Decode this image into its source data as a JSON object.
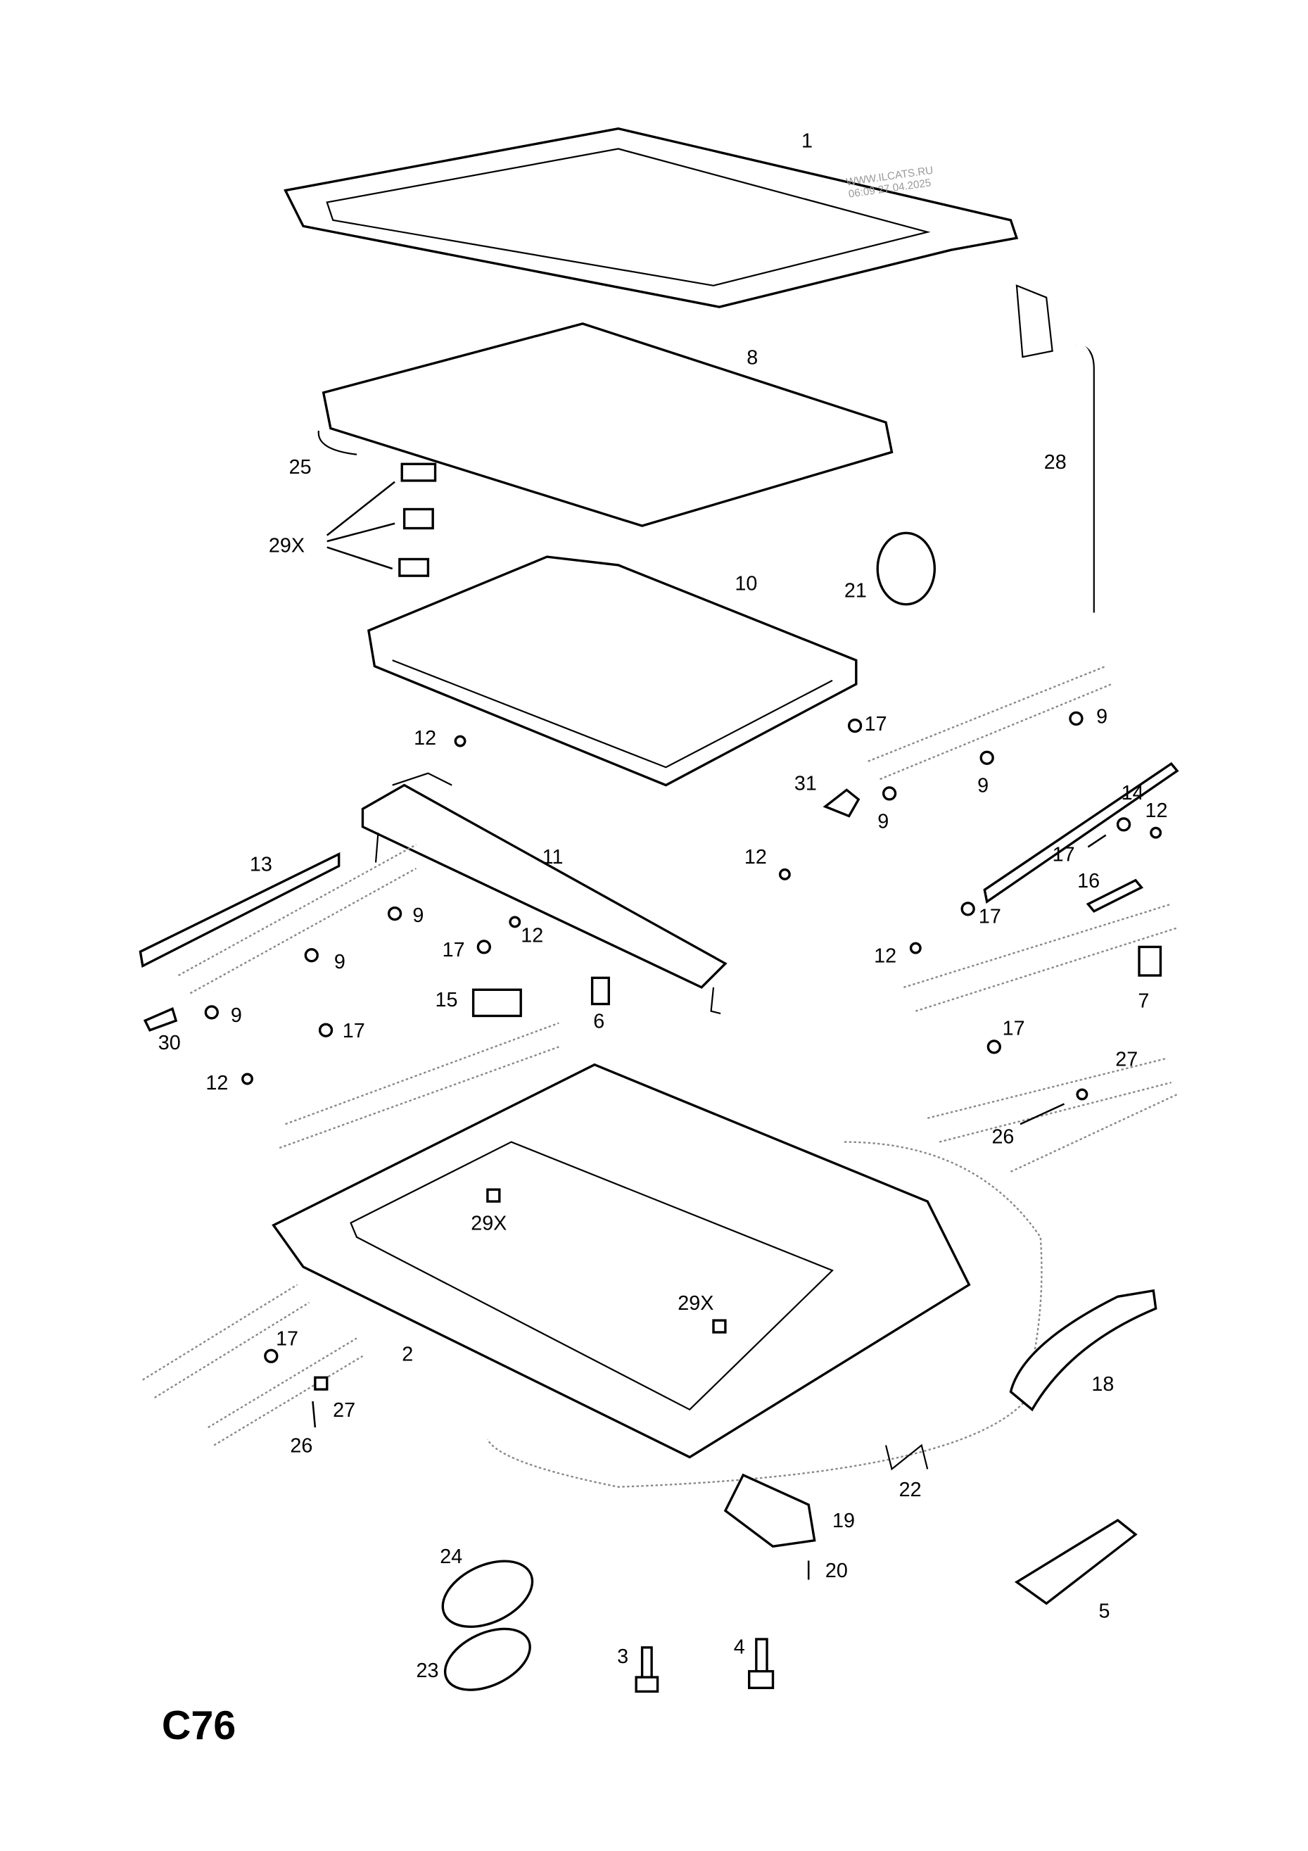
{
  "diagram_code": "C76",
  "watermark": {
    "line1": "WWW.ILCATS.RU",
    "line2": "06:09 27.04.2025"
  },
  "labels": [
    "1",
    "8",
    "25",
    "29X",
    "28",
    "21",
    "10",
    "12",
    "17",
    "9",
    "31",
    "9",
    "9",
    "14",
    "12",
    "13",
    "11",
    "12",
    "17",
    "16",
    "9",
    "17",
    "17",
    "12",
    "9",
    "12",
    "7",
    "15",
    "6",
    "9",
    "30",
    "17",
    "17",
    "27",
    "12",
    "26",
    "29X",
    "29X",
    "17",
    "2",
    "18",
    "27",
    "26",
    "22",
    "19",
    "24",
    "20",
    "5",
    "3",
    "4",
    "23"
  ]
}
